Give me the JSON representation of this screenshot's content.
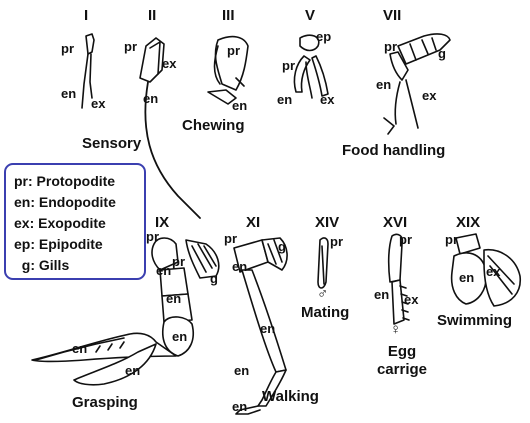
{
  "numerals": {
    "i": "I",
    "ii": "II",
    "iii": "III",
    "v": "V",
    "vii": "VII",
    "ix": "IX",
    "xi": "XI",
    "xiv": "XIV",
    "xvi": "XVI",
    "xix": "XIX"
  },
  "function_labels": {
    "sensory": "Sensory",
    "chewing": "Chewing",
    "food_handling": "Food handling",
    "grasping": "Grasping",
    "walking": "Walking",
    "mating": "Mating",
    "egg_line1": "Egg",
    "egg_line2": "carrige",
    "swimming": "Swimming"
  },
  "part_abbrev": {
    "pr": "pr",
    "en": "en",
    "ex": "ex",
    "ep": "ep",
    "g": "g"
  },
  "legend": [
    {
      "abbrev": "pr",
      "text": "pr: Protopodite"
    },
    {
      "abbrev": "en",
      "text": "en: Endopodite"
    },
    {
      "abbrev": "ex",
      "text": "ex: Exopodite"
    },
    {
      "abbrev": "ep",
      "text": "ep: Epipodite"
    },
    {
      "abbrev": "g",
      "text": "  g: Gills"
    }
  ],
  "symbols": {
    "male": "♂",
    "female": "♀"
  },
  "colors": {
    "legend_border": "#3b3fb0",
    "ink": "#111111",
    "background": "#ffffff"
  }
}
